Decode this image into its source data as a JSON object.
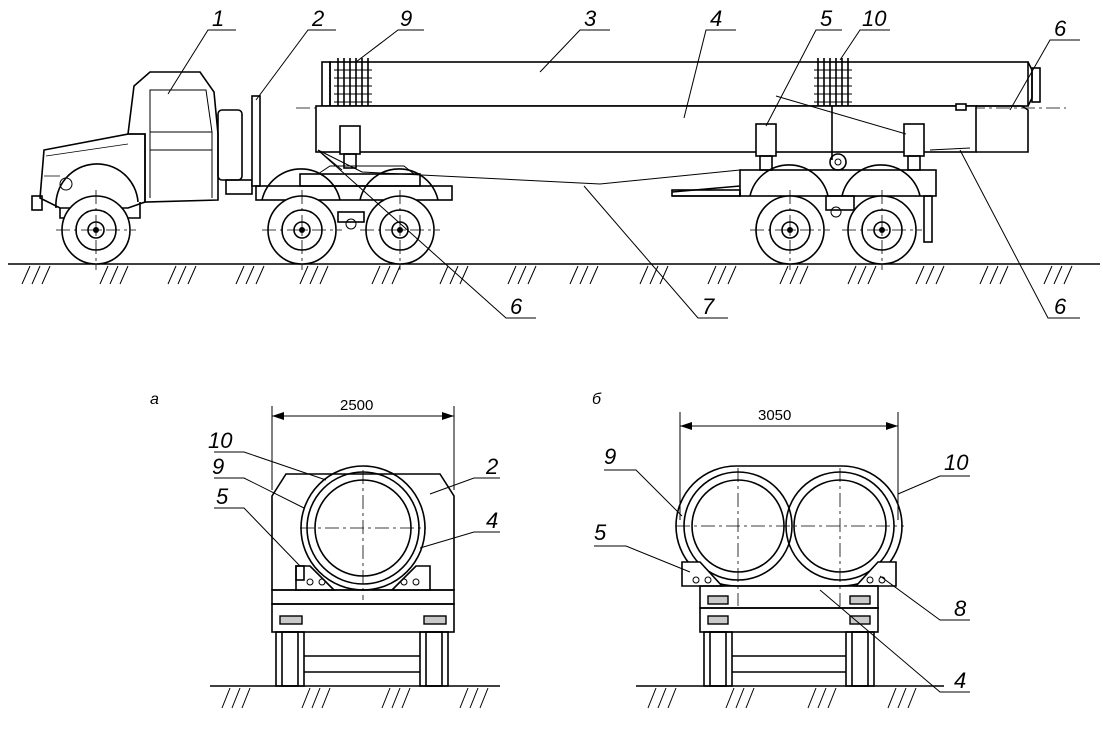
{
  "colors": {
    "line": "#000000",
    "background": "#ffffff",
    "shade": "#c9c9c9"
  },
  "side_view": {
    "callouts": [
      "1",
      "2",
      "3",
      "4",
      "5",
      "6",
      "7",
      "9",
      "10"
    ]
  },
  "view_a": {
    "letter": "а",
    "width_dim": "2500"
  },
  "view_b": {
    "letter": "б",
    "width_dim": "3050"
  }
}
